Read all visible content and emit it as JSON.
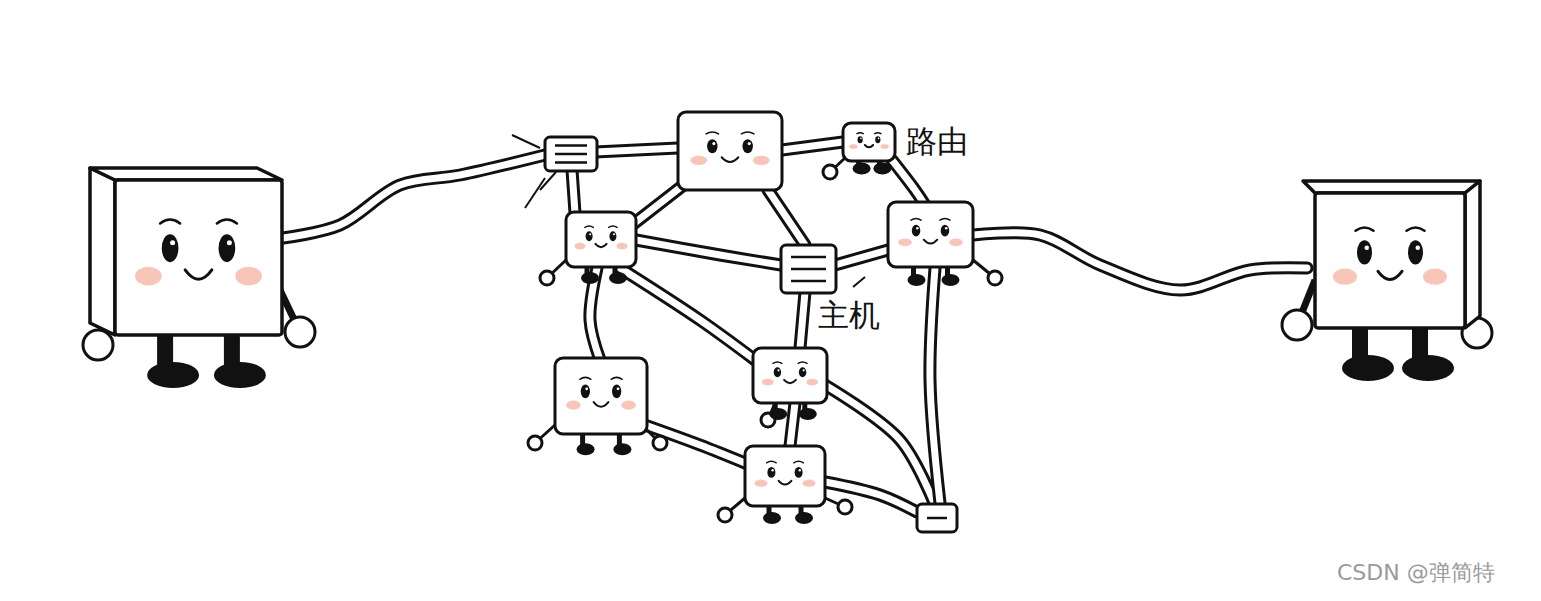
{
  "diagram": {
    "labels": [
      "路由",
      "主机",
      "CSDN @弹简特"
    ]
  }
}
